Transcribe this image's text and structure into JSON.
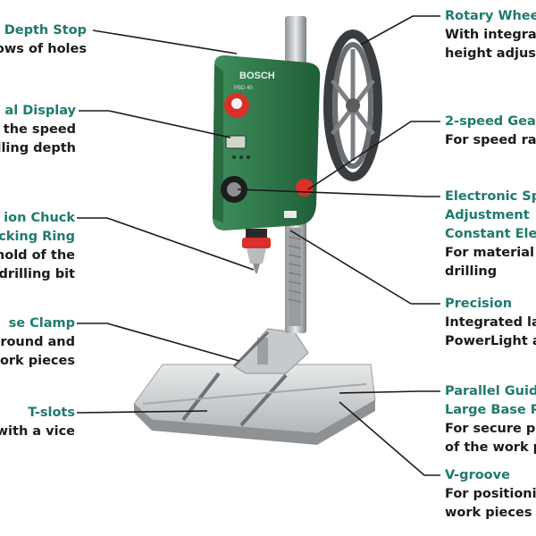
{
  "colors": {
    "title": "#1f7a6c",
    "text": "#1a1a1a",
    "body_green": "#2f7a4a",
    "metal": "#c9ccce",
    "accent_red": "#d9302a"
  },
  "left_labels": [
    {
      "title": "Depth Stop",
      "desc": [
        "ows of holes"
      ]
    },
    {
      "title": "al Display",
      "desc": [
        "the speed",
        "lling depth"
      ]
    },
    {
      "title": "ion Chuck",
      "desc": [
        "cking Ring",
        "hold of the",
        "drilling bit"
      ]
    },
    {
      "title": "se Clamp",
      "desc": [
        "round and",
        "ork pieces"
      ]
    },
    {
      "title": "T-slots",
      "desc": [
        "with a vice"
      ]
    }
  ],
  "right_labels": [
    {
      "title": "Rotary Whee",
      "desc": [
        "With integra",
        "height adjust"
      ]
    },
    {
      "title": "2-speed Gea",
      "desc": [
        "For speed ra"
      ]
    },
    {
      "title": "Electronic Sp",
      "desc": [
        "Adjustment",
        "Constant Ele",
        "For material",
        "drilling"
      ]
    },
    {
      "title": "Precision",
      "desc": [
        "Integrated la",
        "PowerLight a"
      ]
    },
    {
      "title": "Parallel Guid",
      "desc": [
        "Large Base P",
        "For secure p",
        "of the work p"
      ]
    },
    {
      "title": "V-groove",
      "desc": [
        "For positioni",
        "work pieces"
      ]
    }
  ],
  "product": {
    "brand": "BOSCH",
    "model": "PBD 40"
  }
}
